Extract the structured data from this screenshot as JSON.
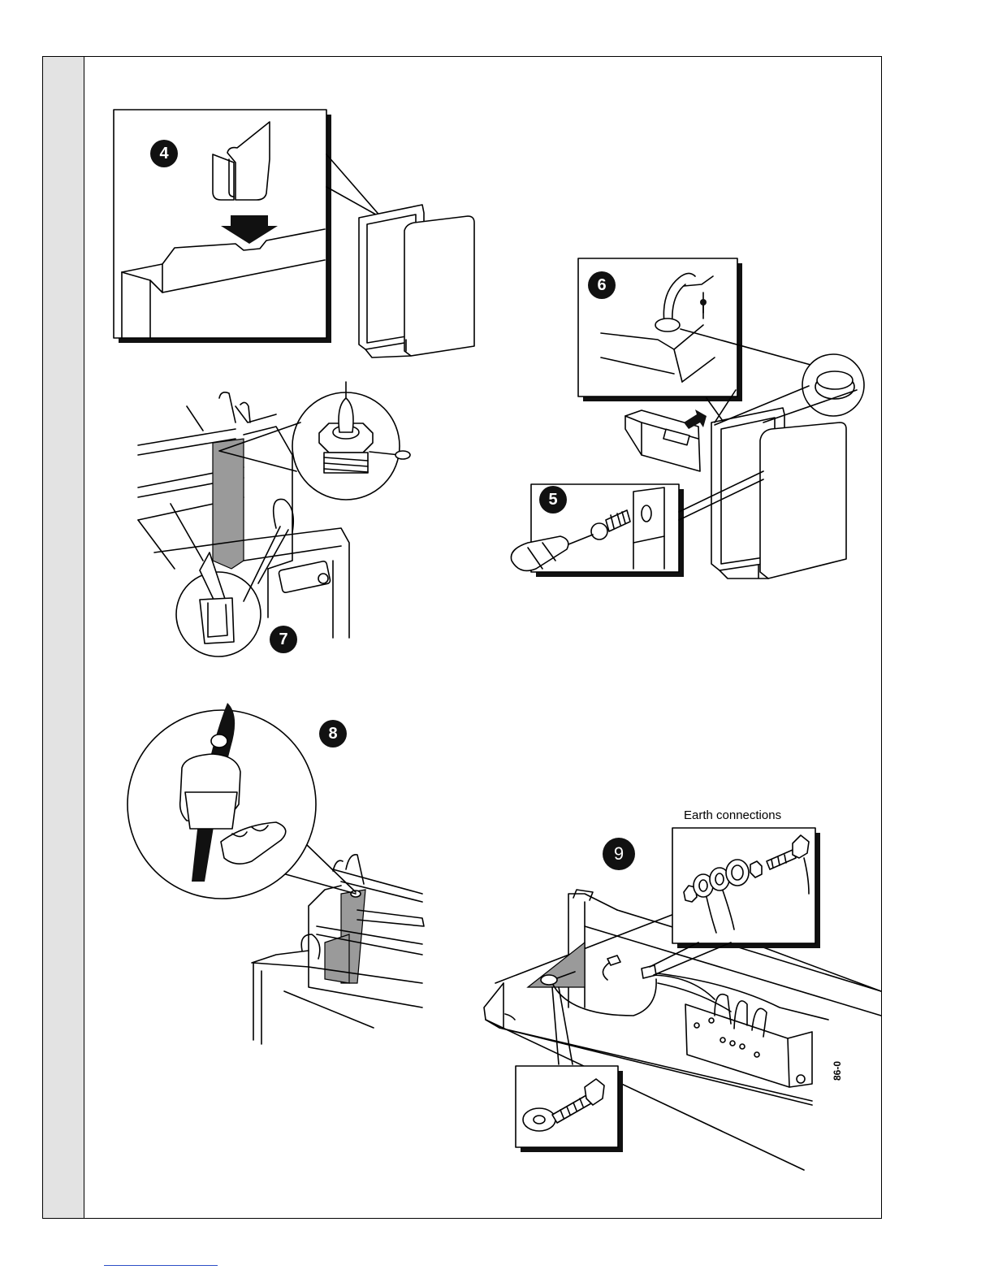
{
  "steps": {
    "four": "4",
    "five": "5",
    "six": "6",
    "seven": "7",
    "eight": "8",
    "nine": "9"
  },
  "labels": {
    "earth_connections": "Earth connections"
  },
  "figure_code": "86-0",
  "colors": {
    "ink": "#000000",
    "strip": "#e3e3e3",
    "shadow": "#111111",
    "shade": "#9a9a9a",
    "footer_rule": "#2c4fc7"
  }
}
